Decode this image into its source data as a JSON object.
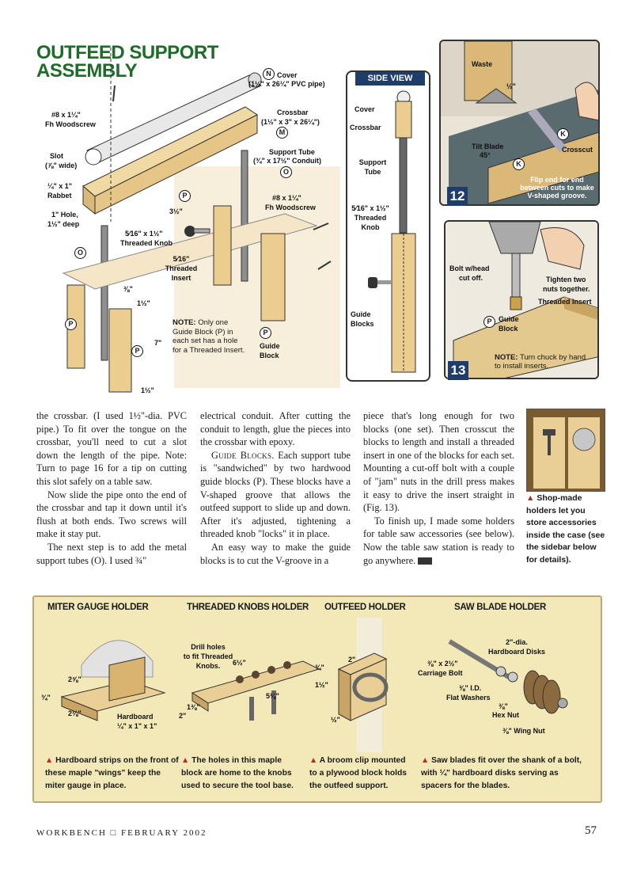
{
  "title": {
    "line1": "OUTFEED SUPPORT",
    "line2": "ASSEMBLY"
  },
  "assembly_labels": {
    "cover_callout": "N",
    "cover": "Cover",
    "cover_dim": "(1½\" x 26¼\" PVC pipe)",
    "crossbar": "Crossbar",
    "crossbar_dim": "(1½\" x 3\" x 26¼\")",
    "crossbar_callout": "M",
    "support_tube": "Support Tube",
    "support_tube_dim": "(¾\" x 17½\" Conduit)",
    "support_tube_callout": "O",
    "woodscrew_top": "#8 x 1¼\"",
    "woodscrew_top_2": "Fh Woodscrew",
    "woodscrew_right": "#8 x 1¼\"",
    "woodscrew_right_2": "Fh Woodscrew",
    "slot": "Slot",
    "slot_dim": "(⅞\" wide)",
    "rabbet": "¼\" x 1\"",
    "rabbet_2": "Rabbet",
    "hole": "1\" Hole,",
    "hole_2": "1½\" deep",
    "dim_3_5": "3½\"",
    "threaded_knob": "5⁄16\" x 1½\"",
    "threaded_knob_2": "Threaded Knob",
    "threaded_insert": "5⁄16\"",
    "threaded_insert_2": "Threaded",
    "threaded_insert_3": "Insert",
    "dim_3_8": "⅜\"",
    "dim_1_5_a": "1½\"",
    "dim_7": "7\"",
    "dim_1_5_b": "1½\"",
    "callout_p": "P",
    "callout_o": "O",
    "note_label": "NOTE:",
    "note_text": "Only one Guide Block (P) in each set has a hole for a Threaded Insert.",
    "guide_block": "Guide",
    "guide_block_2": "Block"
  },
  "side_view": {
    "title": "SIDE VIEW",
    "cover": "Cover",
    "crossbar": "Crossbar",
    "support_tube": "Support",
    "support_tube_2": "Tube",
    "threaded_knob": "5⁄16\" x 1½\"",
    "threaded_knob_2": "Threaded",
    "threaded_knob_3": "Knob",
    "guide_blocks": "Guide",
    "guide_blocks_2": "Blocks"
  },
  "fig12": {
    "number": "12",
    "waste": "Waste",
    "half": "½\"",
    "tilt_blade": "Tilt Blade",
    "angle": "45°",
    "crosscut": "Crosscut",
    "callout_k": "K",
    "flip_text": "Flip end for end between cuts to make V-shaped groove."
  },
  "fig13": {
    "number": "13",
    "bolt": "Bolt w/head",
    "bolt_2": "cut off.",
    "tighten": "Tighten two",
    "tighten_2": "nuts together.",
    "threaded_insert": "Threaded Insert",
    "guide_block": "Guide",
    "guide_block_2": "Block",
    "callout_p": "P",
    "note_label": "NOTE:",
    "note_text": "Turn chuck by hand to install inserts."
  },
  "body": {
    "col1_p1": "the crossbar. (I used 1½\"-dia. PVC pipe.) To fit over the tongue on the crossbar, you'll need to cut a slot down the length of the pipe. Note: Turn to page 16 for a tip on cutting this slot safely on a table saw.",
    "col1_p2": "Now slide the pipe onto the end of the crossbar and tap it down until it's flush at both ends. Two screws will make it stay put.",
    "col1_p3": "The next step is to add the metal support tubes (O). I used ¾\"",
    "col2_p1": "electrical conduit. After cutting the conduit to length, glue the pieces into the crossbar with epoxy.",
    "col2_p2_head": "Guide Blocks.",
    "col2_p2": " Each support tube is \"sandwiched\" by two hardwood guide blocks (P). These blocks have a V-shaped groove that allows the outfeed support to slide up and down. After it's adjusted, tightening a threaded knob \"locks\" it in place.",
    "col2_p3": "An easy way to make the guide blocks is to cut the V-groove in a",
    "col3_p1": "piece that's long enough for two blocks (one set). Then crosscut the blocks to length and install a threaded insert in one of the blocks for each set. Mounting a cut-off bolt with a couple of \"jam\" nuts in the drill press makes it easy to drive the insert straight in (Fig. 13).",
    "col3_p2": "To finish up, I made some holders for table saw accessories (see below). Now the table saw station is ready to go anywhere."
  },
  "photo_caption": "Shop-made holders let you store accessories inside the case (see the sidebar below for details).",
  "sidebar": {
    "miter_head": "MITER GAUGE HOLDER",
    "knobs_head": "THREADED KNOBS HOLDER",
    "outfeed_head": "OUTFEED HOLDER",
    "blade_head": "SAW BLADE HOLDER",
    "miter_dim_a": "2⅝\"",
    "miter_dim_b": "¾\"",
    "miter_dim_c": "2⅛\"",
    "miter_hardboard": "Hardboard",
    "miter_hardboard_2": "¼\" x 1\" x 1\"",
    "knobs_drill": "Drill holes",
    "knobs_drill_2": "to fit Threaded",
    "knobs_drill_3": "Knobs.",
    "knobs_dim_a": "6½\"",
    "knobs_dim_b": "5⅛\"",
    "knobs_dim_c": "1⅜\"",
    "knobs_dim_d": "2\"",
    "outfeed_dim_a": "¾\"",
    "outfeed_dim_b": "2\"",
    "outfeed_dim_c": "1½\"",
    "outfeed_dim_d": "½\"",
    "blade_disks": "2\"-dia.",
    "blade_disks_2": "Hardboard Disks",
    "blade_bolt": "⅜\" x 2½\"",
    "blade_bolt_2": "Carriage Bolt",
    "blade_washer": "⅜\" I.D.",
    "blade_washer_2": "Flat Washers",
    "blade_hex": "⅜\"",
    "blade_hex_2": "Hex Nut",
    "blade_wing": "⅜\" Wing Nut",
    "miter_caption": "Hardboard strips on the front of these maple \"wings\" keep the miter gauge in place.",
    "knobs_caption": "The holes in this maple block are home to the knobs used to secure the tool base.",
    "outfeed_caption": "A broom clip mounted to a plywood block holds the outfeed support.",
    "blade_caption": "Saw blades fit over the shank of a bolt, with ¼\" hardboard disks serving as spacers for the blades."
  },
  "footer": {
    "magazine": "WORKBENCH",
    "separator": "□",
    "issue": "FEBRUARY 2002",
    "page": "57"
  },
  "colors": {
    "title_green": "#1f6b2a",
    "navy": "#1f3d6b",
    "bullet_red": "#c0271d",
    "sidebar_bg": "#f3e9b8",
    "wood": "#e9cf96"
  }
}
